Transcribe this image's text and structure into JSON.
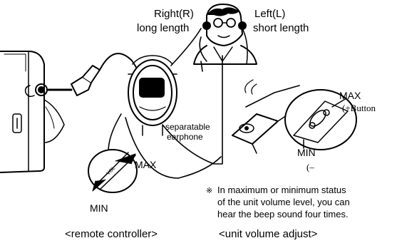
{
  "labels": {
    "right": "Right(R)",
    "right_sub": "long length",
    "left": "Left(L)",
    "left_sub": "short length",
    "separatable_1": "separatable",
    "separatable_2": "earphone",
    "remote_max": "MAX",
    "remote_min": "MIN",
    "remote_dial_text": "VOL",
    "unit_max": "MAX",
    "unit_plus": "(+Button",
    "unit_min": "MIN",
    "unit_minus": "(–",
    "note_mark": "※",
    "note_line1": "In maximum or minimum status",
    "note_line2": "of the unit volume level, you can",
    "note_line3": "hear the beep sound four times.",
    "caption_remote": "<remote controller>",
    "caption_unit": "<unit volume adjust>"
  },
  "icons": [
    "person-with-headphones-icon",
    "player-unit-icon",
    "remote-controller-icon",
    "earphone-jack-icon",
    "volume-dial-icon",
    "unit-volume-button-icon"
  ]
}
